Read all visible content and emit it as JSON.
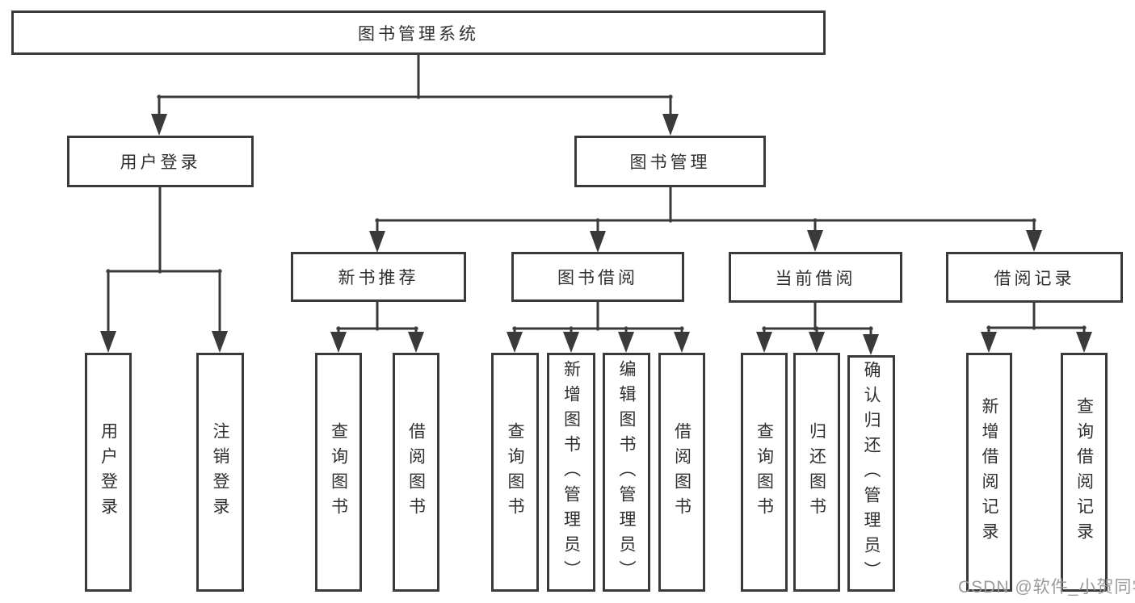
{
  "diagram_type": "hierarchy-tree",
  "colors": {
    "line": "#3a3a3a",
    "box_border": "#3a3a3a",
    "box_fill": "#ffffff",
    "text": "#303030",
    "watermark": "#969696",
    "background": "#ffffff"
  },
  "tree": {
    "root": "图书管理系统",
    "branches": [
      {
        "label": "用户登录",
        "children": [
          "用户登录",
          "注销登录"
        ]
      },
      {
        "label": "图书管理",
        "children": [
          {
            "label": "新书推荐",
            "children": [
              "查询图书",
              "借阅图书"
            ]
          },
          {
            "label": "图书借阅",
            "children": [
              "查询图书",
              "新增图书（管理员）",
              "编辑图书（管理员）",
              "借阅图书"
            ]
          },
          {
            "label": "当前借阅",
            "children": [
              "查询图书",
              "归还图书",
              "确认归还（管理员）"
            ]
          },
          {
            "label": "借阅记录",
            "children": [
              "新增借阅记录",
              "查询借阅记录"
            ]
          }
        ]
      }
    ]
  },
  "watermark": "CSDN @软件_小贺同学"
}
